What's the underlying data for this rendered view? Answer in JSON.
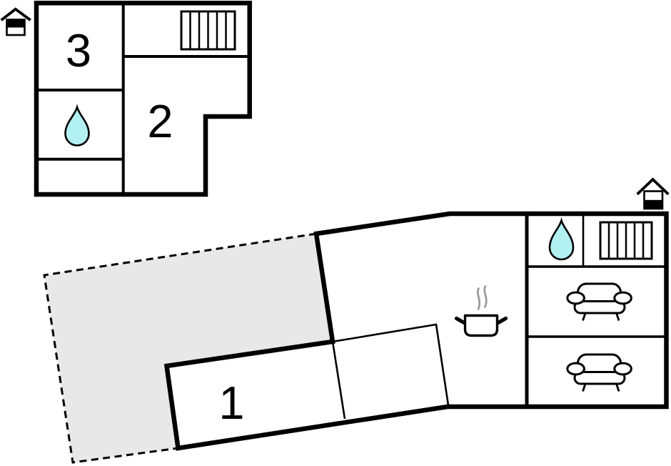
{
  "plan": {
    "background_color": "#ffffff",
    "wall_color": "#000000",
    "terrace_fill": "#e8e8e8",
    "water_drop_fill": "#b3f0f2",
    "steam_color": "#999999",
    "label_color": "#000000",
    "upper_floor": {
      "rooms": {
        "room3": {
          "label": "3"
        },
        "room2": {
          "label": "2"
        }
      },
      "icons": [
        "floor-level-house-marker-upper",
        "stairs",
        "water-drop"
      ]
    },
    "ground_floor": {
      "rooms": {
        "room1": {
          "label": "1"
        }
      },
      "icons": [
        "floor-level-house-marker-ground",
        "water-drop",
        "stairs",
        "sofa",
        "sofa",
        "cooking-pot",
        "dashed-terrace"
      ]
    }
  }
}
